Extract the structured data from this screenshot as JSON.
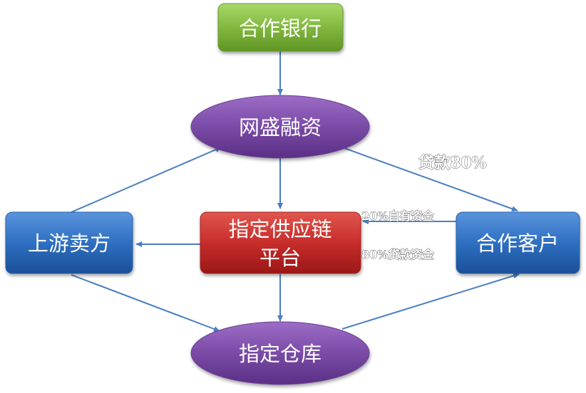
{
  "nodes": {
    "bank": {
      "label": "合作银行"
    },
    "wangsheng": {
      "label": "网盛融资"
    },
    "platform": {
      "line1": "指定供应链",
      "line2": "平台"
    },
    "seller": {
      "label": "上游卖方"
    },
    "client": {
      "label": "合作客户"
    },
    "warehouse": {
      "label": "指定仓库"
    }
  },
  "edge_labels": {
    "loan": "贷款80%",
    "own_funds": "20%自有资金",
    "loan_funds": "80%贷款资金"
  },
  "colors": {
    "green": "#7db43a",
    "purple": "#7a4ba6",
    "red": "#c72d2b",
    "blue": "#2e6fc2",
    "arrow": "#4a7fc1"
  }
}
